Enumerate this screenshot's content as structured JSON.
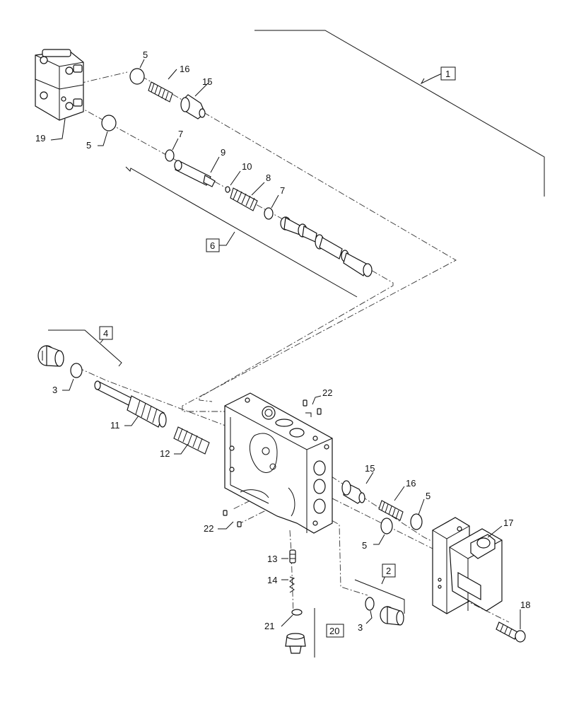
{
  "callouts": [
    {
      "id": "c1",
      "text": "1",
      "boxed": true
    },
    {
      "id": "c2",
      "text": "2",
      "boxed": true
    },
    {
      "id": "c3a",
      "text": "3",
      "boxed": false
    },
    {
      "id": "c3b",
      "text": "3",
      "boxed": false
    },
    {
      "id": "c4",
      "text": "4",
      "boxed": true
    },
    {
      "id": "c5a",
      "text": "5",
      "boxed": false
    },
    {
      "id": "c5b",
      "text": "5",
      "boxed": false
    },
    {
      "id": "c5c",
      "text": "5",
      "boxed": false
    },
    {
      "id": "c5d",
      "text": "5",
      "boxed": false
    },
    {
      "id": "c6",
      "text": "6",
      "boxed": true
    },
    {
      "id": "c7a",
      "text": "7",
      "boxed": false
    },
    {
      "id": "c7b",
      "text": "7",
      "boxed": false
    },
    {
      "id": "c8",
      "text": "8",
      "boxed": false
    },
    {
      "id": "c9",
      "text": "9",
      "boxed": false
    },
    {
      "id": "c10",
      "text": "10",
      "boxed": false
    },
    {
      "id": "c11",
      "text": "11",
      "boxed": false
    },
    {
      "id": "c12",
      "text": "12",
      "boxed": false
    },
    {
      "id": "c13",
      "text": "13",
      "boxed": false
    },
    {
      "id": "c14",
      "text": "14",
      "boxed": false
    },
    {
      "id": "c15a",
      "text": "15",
      "boxed": false
    },
    {
      "id": "c15b",
      "text": "15",
      "boxed": false
    },
    {
      "id": "c16a",
      "text": "16",
      "boxed": false
    },
    {
      "id": "c16b",
      "text": "16",
      "boxed": false
    },
    {
      "id": "c17",
      "text": "17",
      "boxed": false
    },
    {
      "id": "c18",
      "text": "18",
      "boxed": false
    },
    {
      "id": "c19",
      "text": "19",
      "boxed": false
    },
    {
      "id": "c20",
      "text": "20",
      "boxed": true
    },
    {
      "id": "c21",
      "text": "21",
      "boxed": false
    },
    {
      "id": "c22a",
      "text": "22",
      "boxed": false
    },
    {
      "id": "c22b",
      "text": "22",
      "boxed": false
    }
  ]
}
